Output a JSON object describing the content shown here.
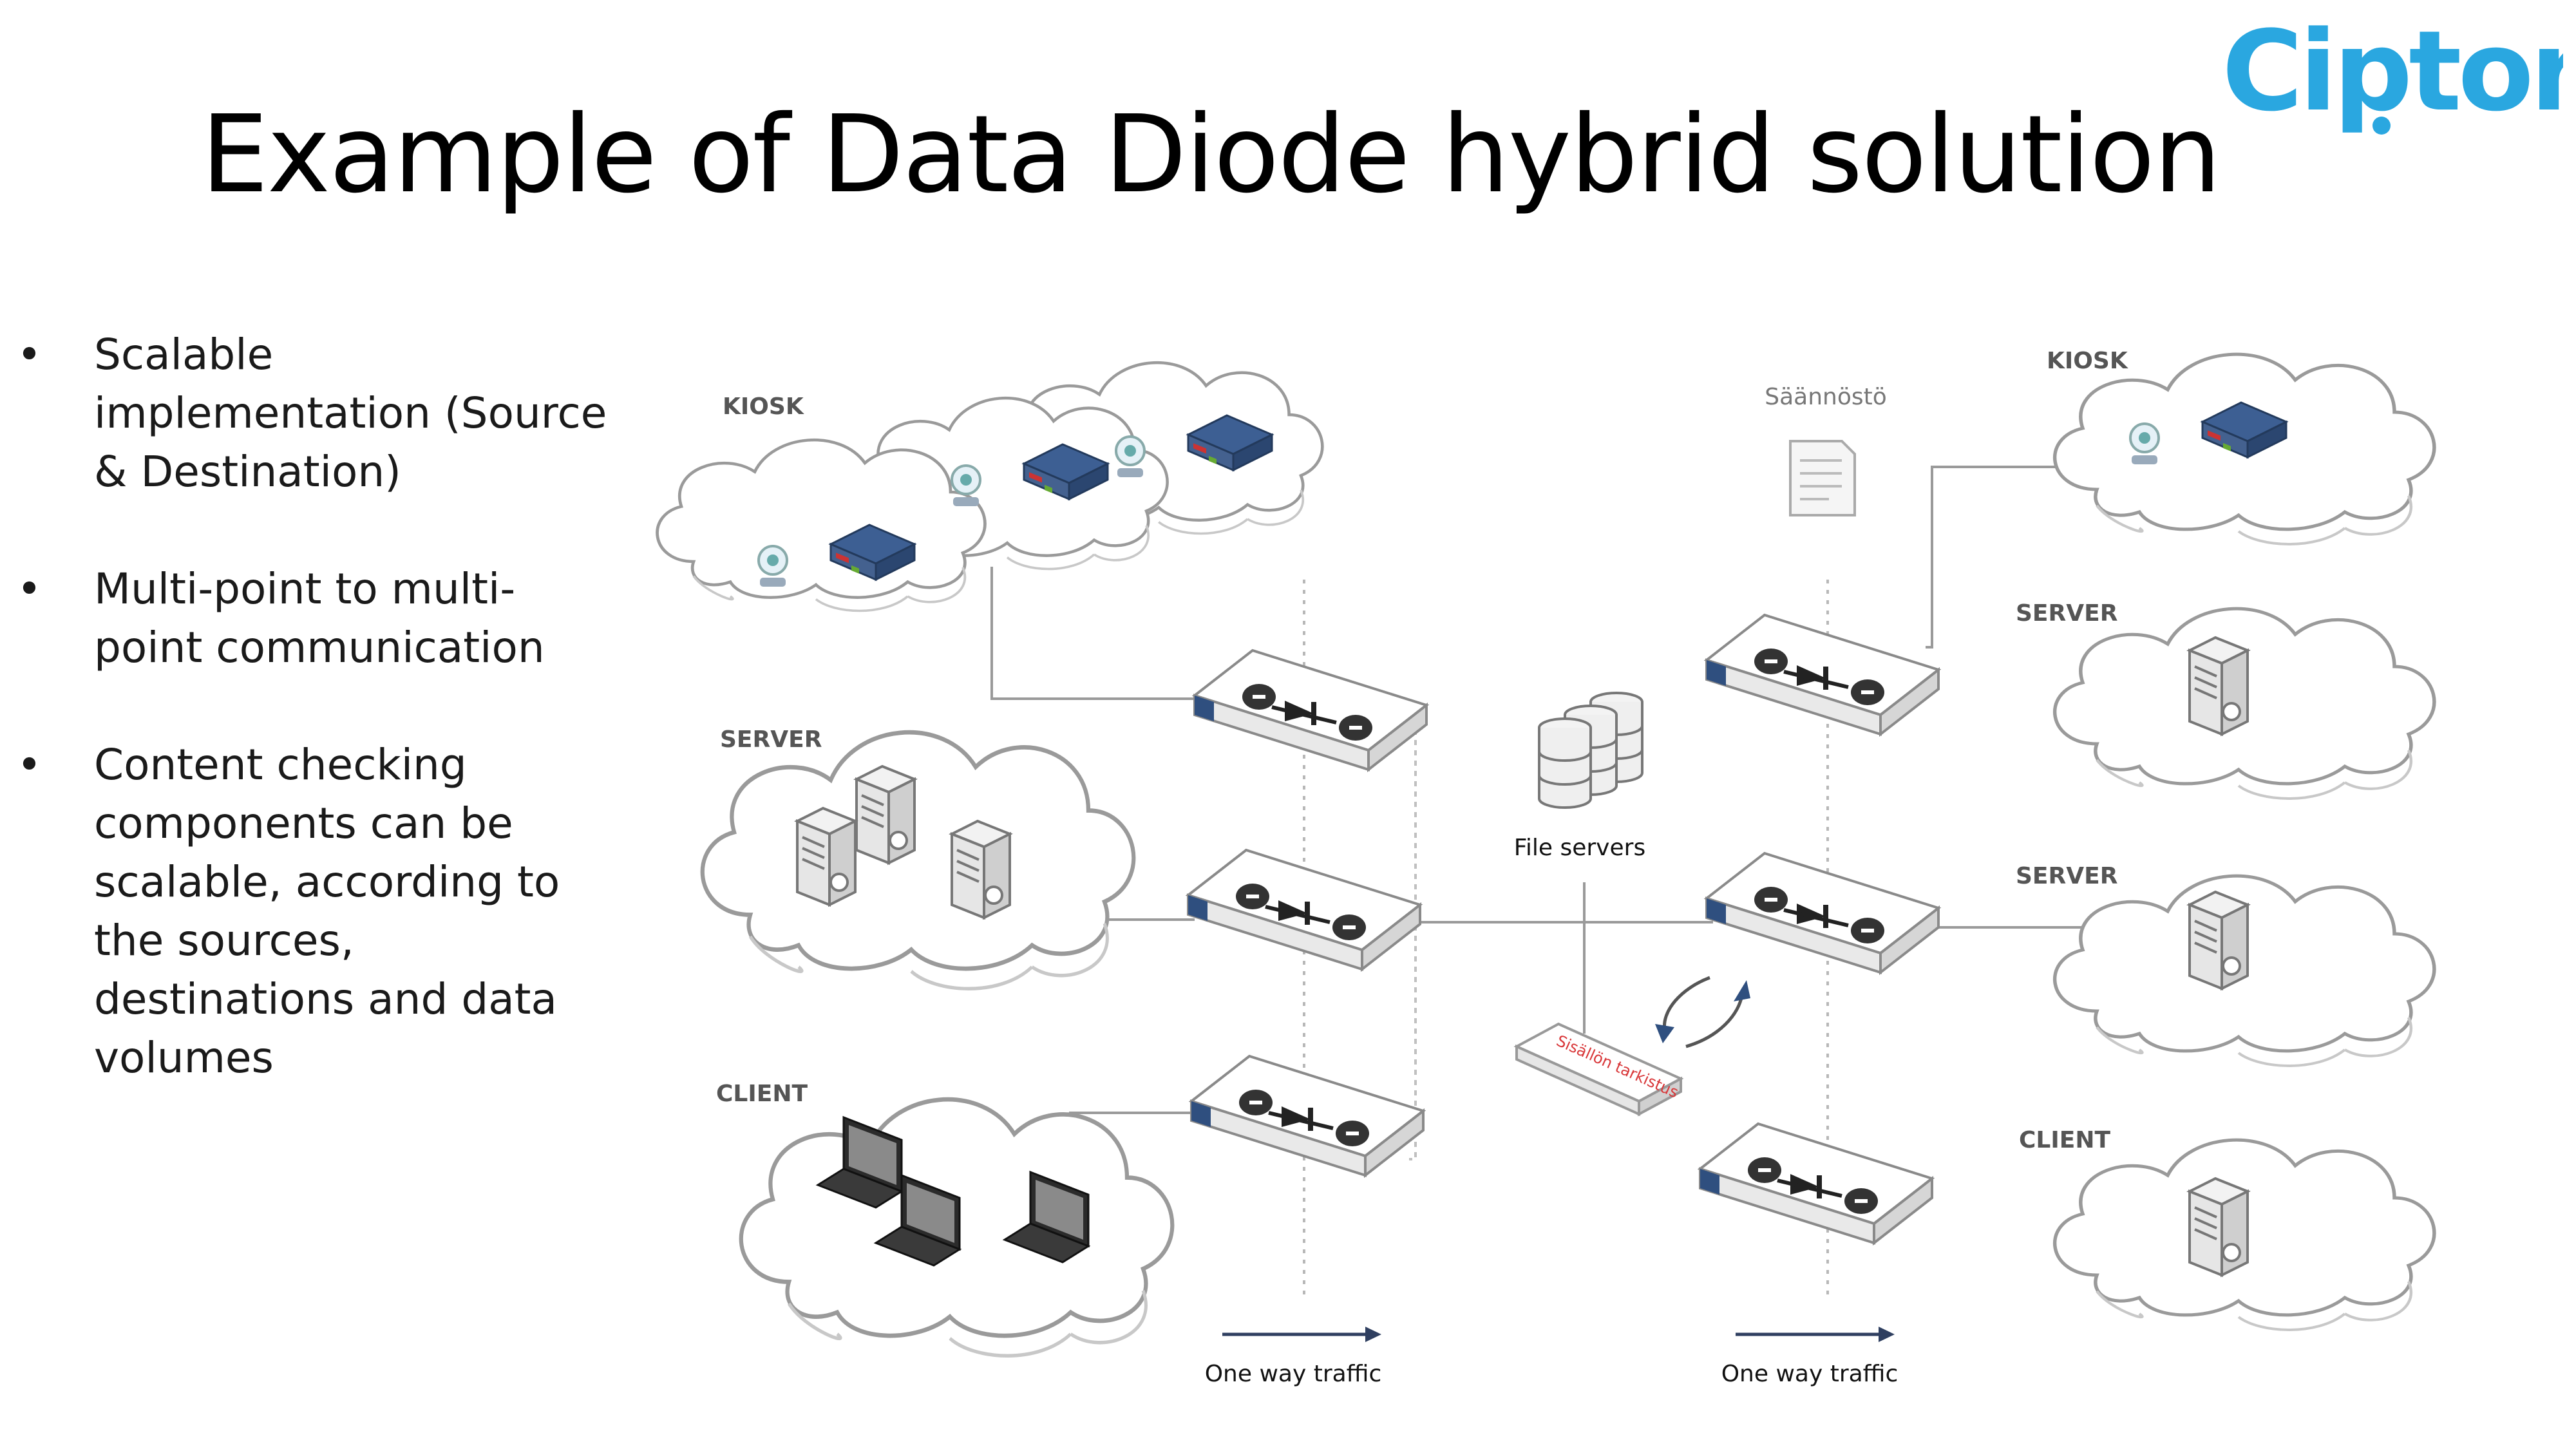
{
  "slide": {
    "title": "Example of Data Diode hybrid solution",
    "logo_text": "Ciptor",
    "brand_color": "#2aa7e0"
  },
  "bullets": [
    {
      "text": "Scalable implementation (Source & Destination)"
    },
    {
      "text": "Multi-point to multi-point communication"
    },
    {
      "text": "Content checking components can be scalable, according to the sources, destinations and data volumes"
    }
  ],
  "diagram": {
    "left_zones": {
      "kiosk": "KIOSK",
      "server": "SERVER",
      "client": "CLIENT"
    },
    "right_zones": {
      "kiosk": "KIOSK",
      "server_1": "SERVER",
      "server_2": "SERVER",
      "client": "CLIENT"
    },
    "rulebook": "Säännöstö",
    "file_servers": "File servers",
    "content_checker": "Sisällön tarkistus",
    "traffic_left": "One way traffic",
    "traffic_right": "One way traffic",
    "accent_red": "#d9383a",
    "accent_blue": "#2f4f7f"
  }
}
